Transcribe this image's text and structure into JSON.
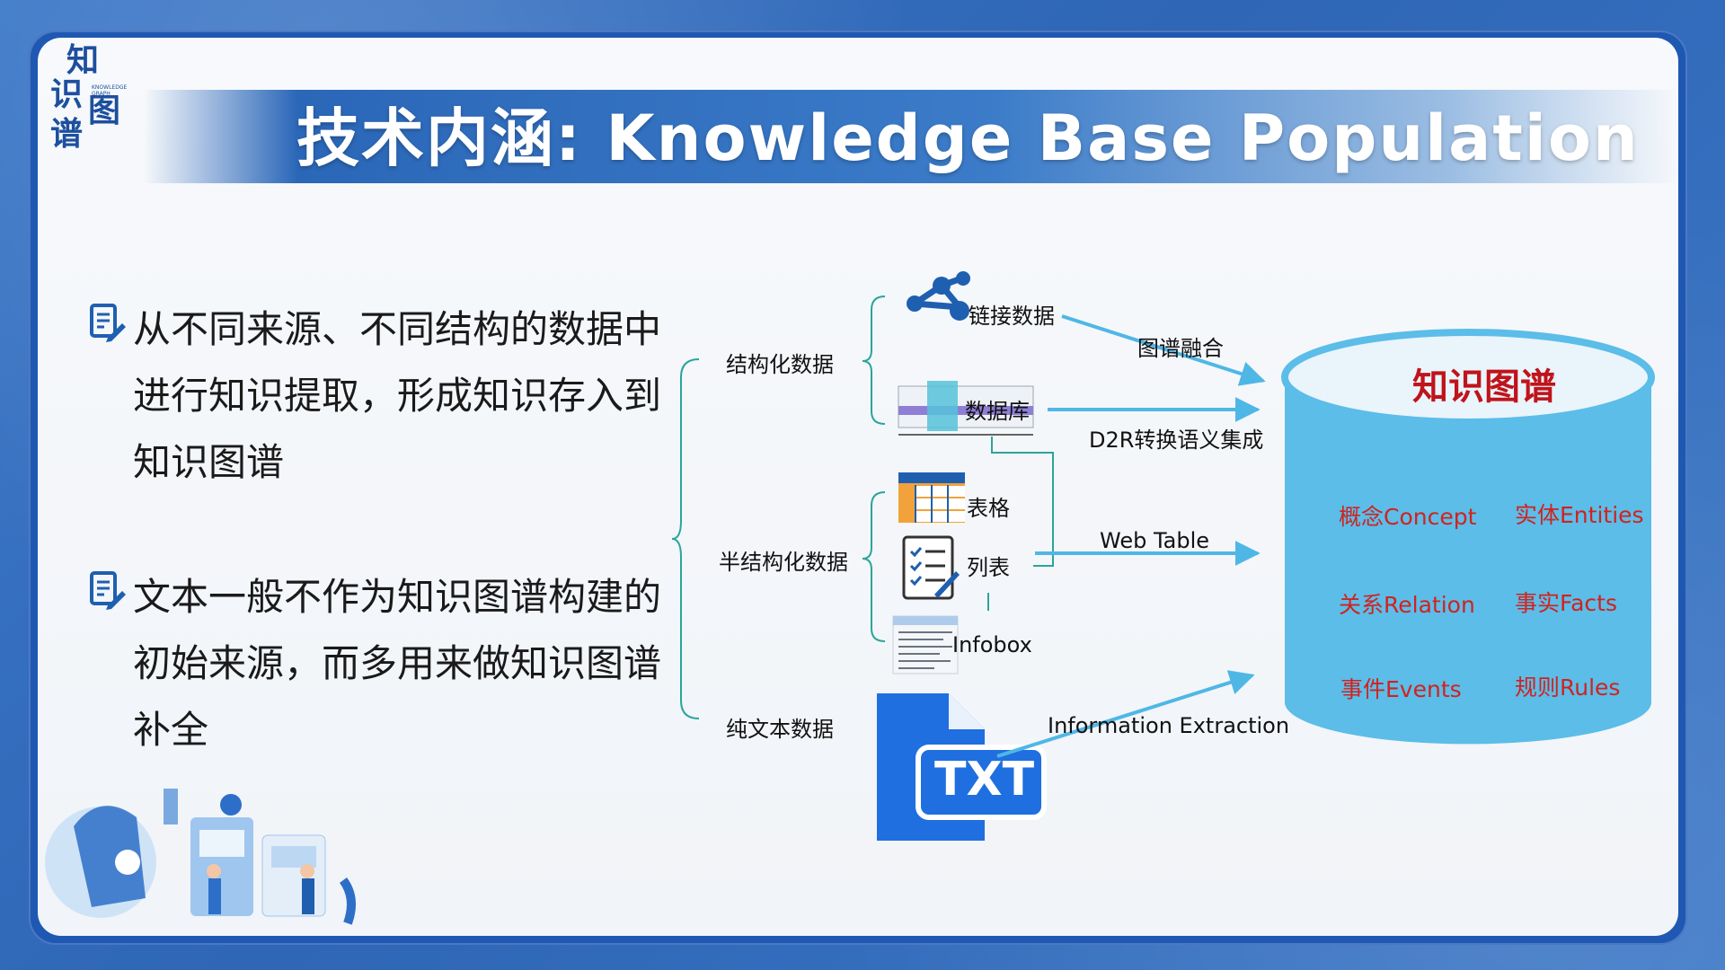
{
  "title": "技术内涵: Knowledge Base Population",
  "logo": {
    "chars": [
      "知",
      "识",
      "图",
      "谱"
    ],
    "subtitle": "KNOWLEDGE GRAPH"
  },
  "bullets": [
    {
      "icon": "document-pen-icon",
      "text": "从不同来源、不同结构的数据中进行知识提取，形成知识存入到知识图谱"
    },
    {
      "icon": "document-pen-icon",
      "text": "文本一般不作为知识图谱构建的初始来源，而多用来做知识图谱补全"
    }
  ],
  "diagram": {
    "categories": {
      "structured": "结构化数据",
      "semi_structured": "半结构化数据",
      "plain_text": "纯文本数据"
    },
    "sources": {
      "linked_data": "链接数据",
      "database": "数据库",
      "table": "表格",
      "list": "列表",
      "infobox": "Infobox",
      "txt": "TXT"
    },
    "edges": {
      "graph_fusion": "图谱融合",
      "d2r": "D2R转换语义集成",
      "web_table": "Web Table",
      "ie": "Information Extraction"
    },
    "kb": {
      "title": "知识图谱",
      "items": [
        "概念Concept",
        "实体Entities",
        "关系Relation",
        "事实Facts",
        "事件Events",
        "规则Rules"
      ]
    },
    "colors": {
      "accent": "#4fb7e6",
      "kb_fill": "#5bbde8",
      "kb_text": "#d0231f",
      "txt_icon": "#1f6fe0"
    }
  }
}
